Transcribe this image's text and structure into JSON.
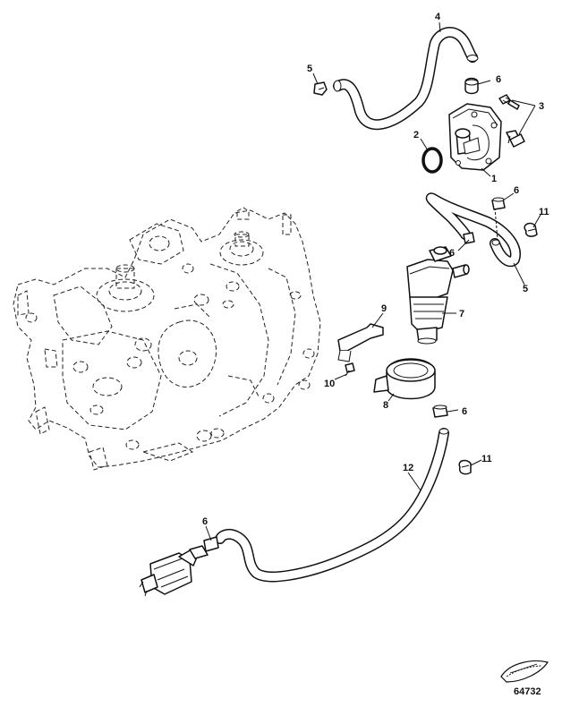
{
  "callouts": [
    "1",
    "2",
    "3",
    "4",
    "5",
    "6",
    "6",
    "6",
    "6",
    "6",
    "7",
    "8",
    "9",
    "10",
    "11",
    "11",
    "12"
  ],
  "figure_number": "64732"
}
